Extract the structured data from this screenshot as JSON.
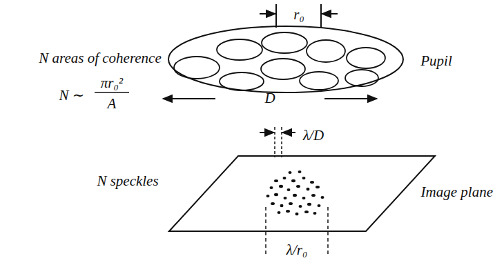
{
  "diagram": {
    "labels": [
      "r₀",
      "N areas of coherence",
      "Pupil",
      "N ∼",
      "πr₀²",
      "A",
      "D",
      "λ/D",
      "N speckles",
      "Image plane",
      "λ/r₀"
    ]
  }
}
